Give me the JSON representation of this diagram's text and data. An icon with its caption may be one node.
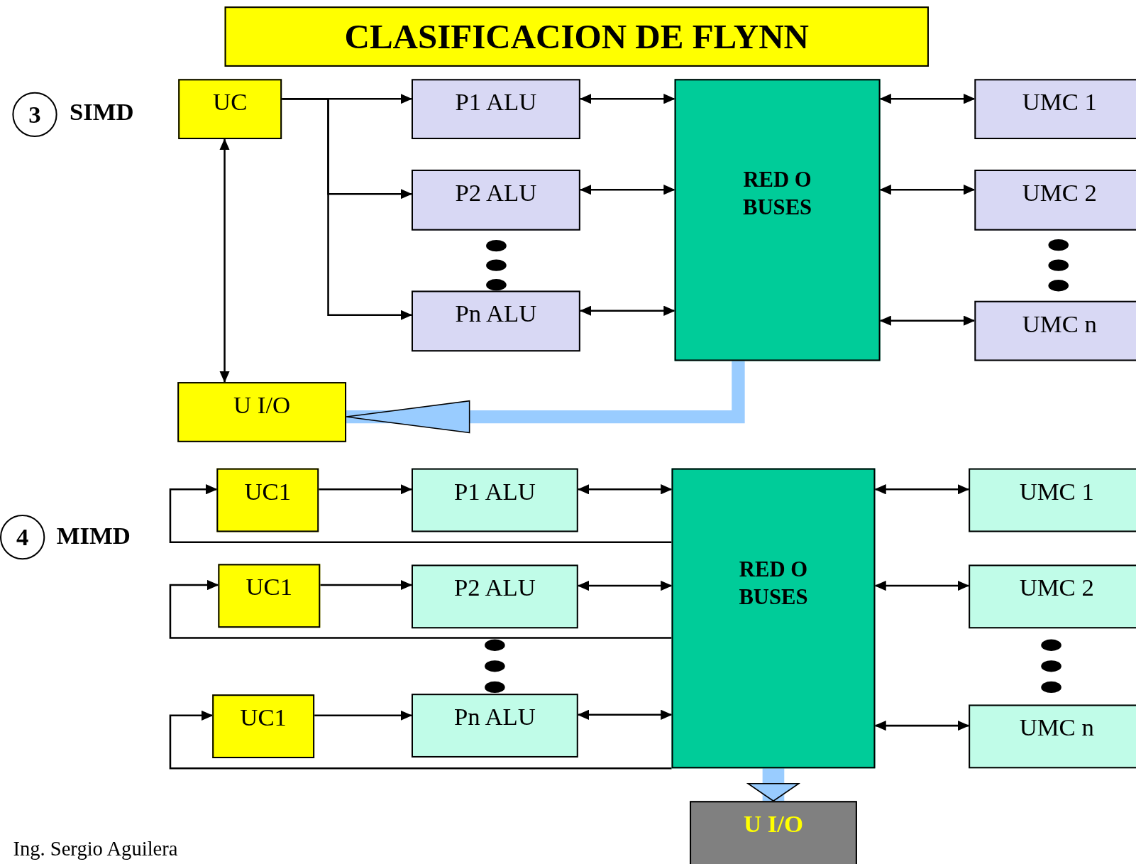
{
  "diagram": {
    "title": "CLASIFICACION DE FLYNN",
    "nodes": [
      {
        "text": [
          "3"
        ],
        "beside": [
          "SIMD"
        ]
      },
      {
        "text": [
          "UC"
        ]
      },
      {
        "text": [
          "P1 ALU"
        ]
      },
      {
        "text": [
          "P2 ALU"
        ]
      },
      {
        "text": [
          "Pn ALU"
        ]
      },
      {
        "text": [
          "RED O BUSES"
        ]
      },
      {
        "text": [
          "UMC 1"
        ]
      },
      {
        "text": [
          "UMC 2"
        ]
      },
      {
        "text": [
          "UMC n"
        ]
      },
      {
        "text": [
          "U I/O"
        ]
      },
      {
        "text": [
          "4"
        ],
        "beside": [
          "MIMD"
        ]
      },
      {
        "text": [
          "UC1"
        ]
      },
      {
        "text": [
          "P1 ALU"
        ]
      },
      {
        "text": [
          "UC1"
        ]
      },
      {
        "text": [
          "P2 ALU"
        ]
      },
      {
        "text": [
          "UC1"
        ]
      },
      {
        "text": [
          "Pn ALU"
        ]
      },
      {
        "text": [
          "RED O BUSES"
        ]
      },
      {
        "text": [
          "UMC 1"
        ]
      },
      {
        "text": [
          "UMC 2"
        ]
      },
      {
        "text": [
          "UMC n"
        ]
      },
      {
        "text": [
          "U I/O"
        ]
      }
    ],
    "edges": [
      {
        "from": 1,
        "to": 2,
        "arrow": "to"
      },
      {
        "from": 1,
        "to": 3,
        "arrow": "to"
      },
      {
        "from": 1,
        "to": 4,
        "arrow": "to"
      },
      {
        "from": 1,
        "to": 9,
        "arrow": "both"
      },
      {
        "from": 2,
        "to": 5,
        "arrow": "both"
      },
      {
        "from": 3,
        "to": 5,
        "arrow": "both"
      },
      {
        "from": 4,
        "to": 5,
        "arrow": "both"
      },
      {
        "from": 5,
        "to": 6,
        "arrow": "both"
      },
      {
        "from": 5,
        "to": 7,
        "arrow": "both"
      },
      {
        "from": 5,
        "to": 8,
        "arrow": "both"
      },
      {
        "from": 5,
        "to": 9,
        "arrow": "to",
        "style": "thick",
        "color": "#99ccff"
      },
      {
        "from": 11,
        "to": 12,
        "arrow": "to"
      },
      {
        "from": 17,
        "to": 11,
        "arrow": "to"
      },
      {
        "from": 13,
        "to": 14,
        "arrow": "to"
      },
      {
        "from": 17,
        "to": 13,
        "arrow": "to"
      },
      {
        "from": 15,
        "to": 16,
        "arrow": "to"
      },
      {
        "from": 17,
        "to": 15,
        "arrow": "to"
      },
      {
        "from": 12,
        "to": 17,
        "arrow": "both"
      },
      {
        "from": 14,
        "to": 17,
        "arrow": "both"
      },
      {
        "from": 16,
        "to": 17,
        "arrow": "both"
      },
      {
        "from": 17,
        "to": 18,
        "arrow": "both"
      },
      {
        "from": 17,
        "to": 19,
        "arrow": "both"
      },
      {
        "from": 17,
        "to": 20,
        "arrow": "both"
      },
      {
        "from": 17,
        "to": 21,
        "arrow": "to",
        "style": "thick",
        "color": "#99ccff"
      }
    ],
    "labels": [
      "Ing. Sergio Aguilera"
    ]
  }
}
